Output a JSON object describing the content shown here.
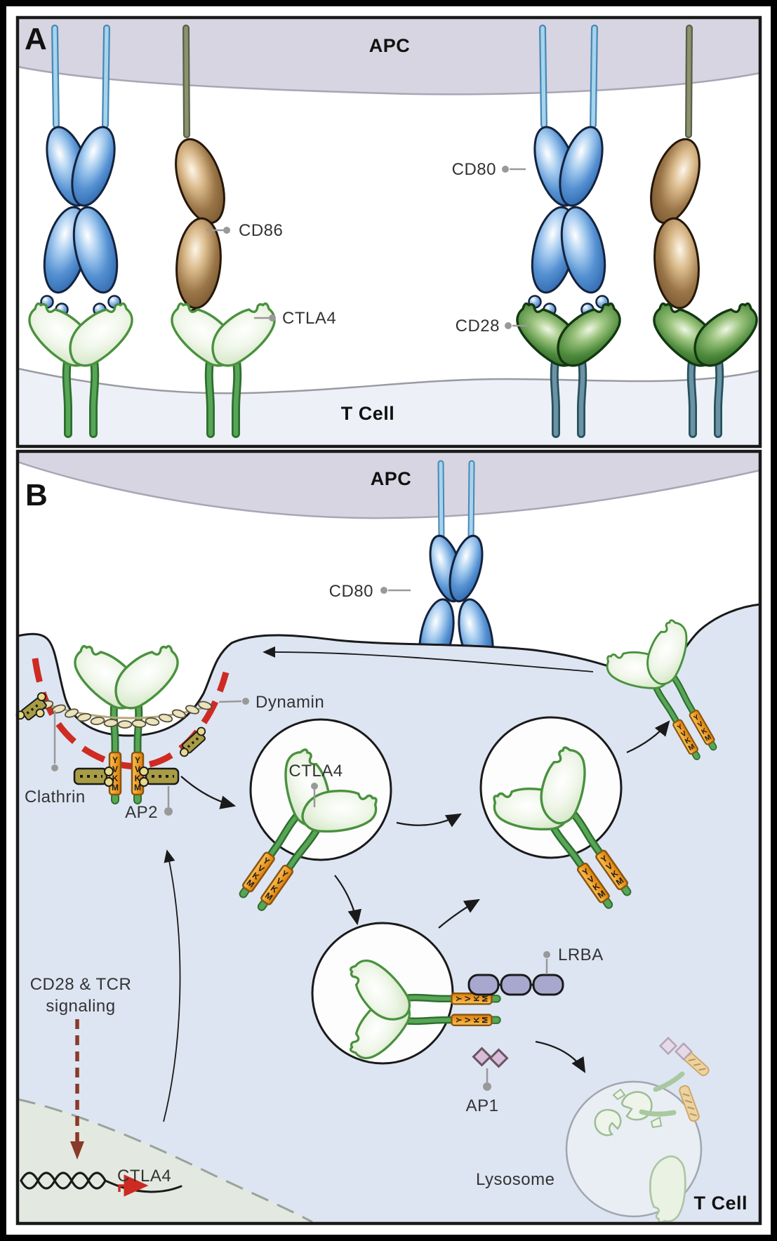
{
  "panel_a": {
    "label": "A",
    "apc_label": "APC",
    "tcell_label": "T Cell",
    "molecules": {
      "cd86": "CD86",
      "ctla4": "CTLA4",
      "cd80": "CD80",
      "cd28": "CD28"
    }
  },
  "panel_b": {
    "label": "B",
    "apc_label": "APC",
    "tcell_label": "T Cell",
    "cd80_label": "CD80",
    "dynamin_label": "Dynamin",
    "clathrin_label": "Clathrin",
    "ap2_label": "AP2",
    "ctla4_vesicle_label": "CTLA4",
    "lrba_label": "LRBA",
    "ap1_label": "AP1",
    "lysosome_label": "Lysosome",
    "signaling_line1": "CD28 & TCR",
    "signaling_line2": "signaling",
    "gene_label": "CTLA4",
    "yvkm_letters": [
      "Y",
      "V",
      "K",
      "M"
    ]
  },
  "colors": {
    "cd80_blue": "#2a62a8",
    "cd86_brown": "#6e4f2c",
    "ctla4_pale_green": "#cfe3bf",
    "cd28_dark_green": "#275c20",
    "tail_orange": "#eb9722",
    "clathrin_red": "#ce2b22",
    "dynamin_cream": "#ece2bb",
    "ap2_olive": "#a89d45",
    "lrba_lavender": "#a8a8ce",
    "ap1_pink": "#d9bcd9",
    "apc_membrane": "#d7d5e1",
    "cytoplasm_blue": "#dde5f2",
    "nucleus_sage": "#e3e9e0",
    "signal_arrow_rust": "#8a3a28"
  }
}
